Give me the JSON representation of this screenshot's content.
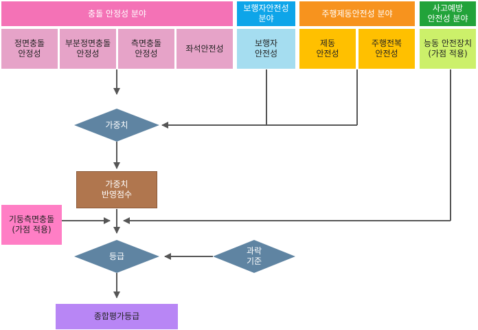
{
  "collision": {
    "header": "충돌 안정성 분야",
    "items": [
      "정면충돌\n안정성",
      "부분정면충돌\n안정성",
      "측면충돌\n안정성",
      "좌석안전성"
    ]
  },
  "pedestrian": {
    "header": "보행자안전성\n분야",
    "item": "보행자\n안전성"
  },
  "driving": {
    "header": "주행제동안전성 분야",
    "items": [
      "제동\n안전성",
      "주행전복\n안전성"
    ]
  },
  "accident": {
    "header": "사고예방\n안전성 분야",
    "item": "능동 안전장치\n(가점 적용)"
  },
  "flow": {
    "weight": "가중치",
    "weight_score": "가중치\n반영점수",
    "pole_side": "기둥측면충돌\n(가점 적용)",
    "grade": "등급",
    "criteria": "과락\n기준",
    "final_grade": "종합평가등급"
  },
  "colors": {
    "collision_header": "#f472b6",
    "collision_cell": "#e6a3c8",
    "pedestrian_header": "#0ea5e9",
    "pedestrian_cell": "#a5ddf0",
    "driving_header": "#f7931e",
    "driving_cell": "#ffc000",
    "accident_header": "#22a33a",
    "accident_cell": "#ccf06a",
    "diamond": "#5f84a2",
    "score_box": "#b0764e",
    "pole_side": "#ff7ec5",
    "final_grade": "#b886f5",
    "connector": "#555555"
  }
}
